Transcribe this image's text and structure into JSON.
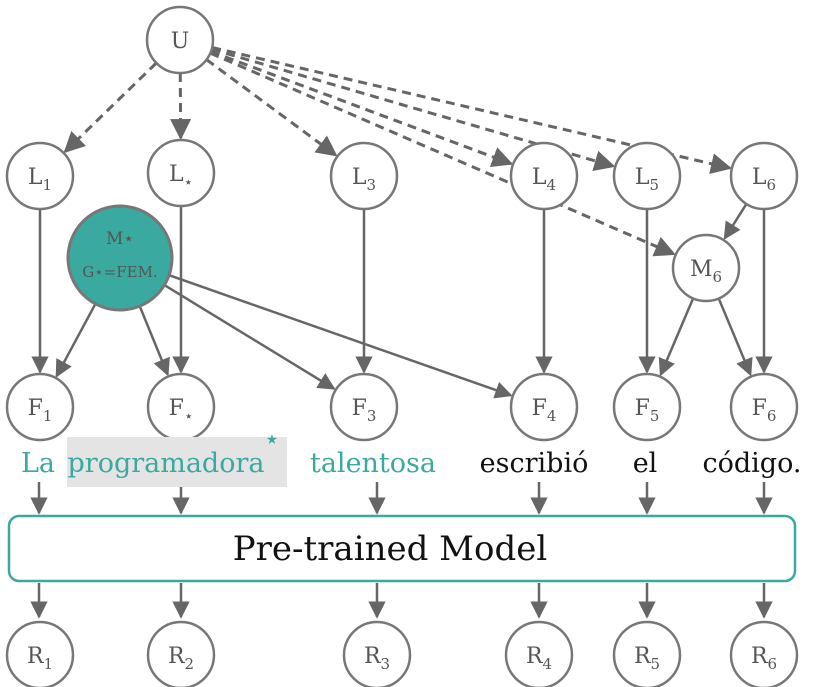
{
  "colors": {
    "node_stroke": "#777777",
    "edge": "#666666",
    "teal": "#3aa99f",
    "highlight_bg": "#e4e4e4",
    "text_dark": "#111111"
  },
  "nodes": {
    "U": {
      "base": "U",
      "sub": ""
    },
    "L1": {
      "base": "L",
      "sub": "1"
    },
    "Ls": {
      "base": "L",
      "sub": "⋆"
    },
    "L3": {
      "base": "L",
      "sub": "3"
    },
    "L4": {
      "base": "L",
      "sub": "4"
    },
    "L5": {
      "base": "L",
      "sub": "5"
    },
    "L6": {
      "base": "L",
      "sub": "6"
    },
    "M6": {
      "base": "M",
      "sub": "6"
    },
    "F1": {
      "base": "F",
      "sub": "1"
    },
    "Fs": {
      "base": "F",
      "sub": "⋆"
    },
    "F3": {
      "base": "F",
      "sub": "3"
    },
    "F4": {
      "base": "F",
      "sub": "4"
    },
    "F5": {
      "base": "F",
      "sub": "5"
    },
    "F6": {
      "base": "F",
      "sub": "6"
    },
    "R1": {
      "base": "R",
      "sub": "1"
    },
    "R2": {
      "base": "R",
      "sub": "2"
    },
    "R3": {
      "base": "R",
      "sub": "3"
    },
    "R4": {
      "base": "R",
      "sub": "4"
    },
    "R5": {
      "base": "R",
      "sub": "5"
    },
    "R6": {
      "base": "R",
      "sub": "6"
    }
  },
  "mstar": {
    "line1": "M⋆",
    "line2": "G⋆=FEM."
  },
  "words": [
    {
      "text": "La",
      "color": "teal"
    },
    {
      "text": "programadora",
      "color": "teal",
      "marker": "⋆"
    },
    {
      "text": "talentosa",
      "color": "teal"
    },
    {
      "text": "escribió",
      "color": "text_dark"
    },
    {
      "text": "el",
      "color": "text_dark"
    },
    {
      "text": "código.",
      "color": "text_dark"
    }
  ],
  "model_label": "Pre-trained Model"
}
